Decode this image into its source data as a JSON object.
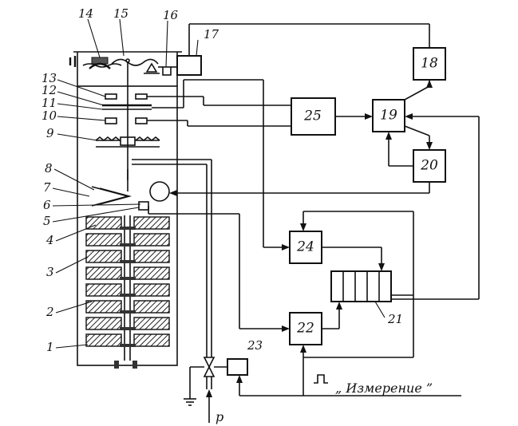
{
  "callouts": {
    "n1": "1",
    "n2": "2",
    "n3": "3",
    "n4": "4",
    "n5": "5",
    "n6": "6",
    "n7": "7",
    "n8": "8",
    "n9": "9",
    "n10": "10",
    "n11": "11",
    "n12": "12",
    "n13": "13",
    "n14": "14",
    "n15": "15",
    "n16": "16"
  },
  "blocks": {
    "b17": "17",
    "b18": "18",
    "b19": "19",
    "b20": "20",
    "b21": "21",
    "b22": "22",
    "b23": "23",
    "b24": "24",
    "b25": "25"
  },
  "signals": {
    "measure": "„ Измерение ”",
    "pressure": "p"
  }
}
